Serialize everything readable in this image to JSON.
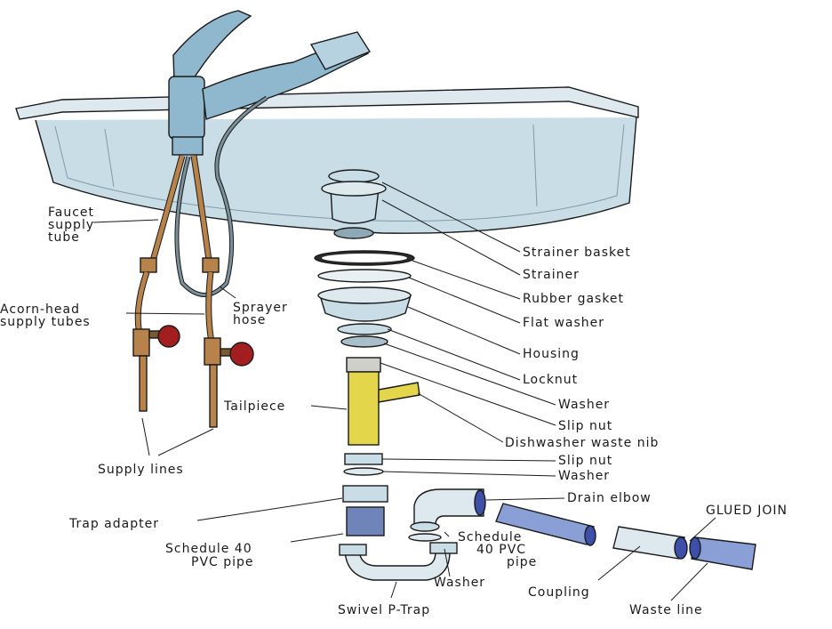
{
  "labels": {
    "faucet_supply_tube": [
      "Faucet",
      "supply",
      "tube"
    ],
    "acorn_head_supply_tubes": [
      "Acorn-head",
      "supply tubes"
    ],
    "sprayer_hose": [
      "Sprayer",
      "hose"
    ],
    "supply_lines": "Supply lines",
    "tailpiece": "Tailpiece",
    "trap_adapter": "Trap adapter",
    "schedule_40_pvc_pipe_left": [
      "Schedule 40",
      "PVC pipe"
    ],
    "swivel_p_trap": "Swivel P-Trap",
    "washer_bottom": "Washer",
    "schedule_40_pvc_pipe_right": [
      "Schedule",
      "40 PVC",
      "pipe"
    ],
    "coupling": "Coupling",
    "waste_line": "Waste line",
    "glued_joint": "GLUED JOIN",
    "strainer_basket": "Strainer basket",
    "strainer": "Strainer",
    "rubber_gasket": "Rubber gasket",
    "flat_washer": "Flat washer",
    "housing": "Housing",
    "locknut": "Locknut",
    "washer_upper": "Washer",
    "slip_nut_upper": "Slip nut",
    "dishwasher_waste_nib": "Dishwasher waste nib",
    "slip_nut_lower": "Slip nut",
    "washer_lower": "Washer",
    "drain_elbow": "Drain elbow"
  },
  "colors": {
    "ink": "#1a1a1a",
    "faucet_blue": "#8fb8cf",
    "sink_blue": "#c9dde6",
    "copper": "#b8834a",
    "valve_red": "#a31e1e",
    "tailpiece_yellow": "#e4d64a",
    "pipe_blue": "#8a9fd6",
    "pipe_end": "#3d4fa8"
  }
}
